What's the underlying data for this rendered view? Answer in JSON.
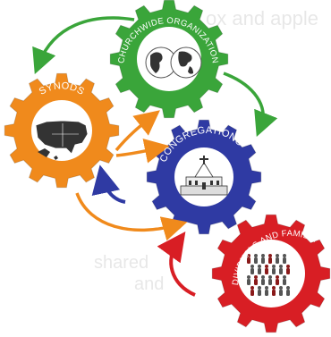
{
  "watermark": {
    "top": "ox and apple",
    "mid": "shared",
    "mid2": "and"
  },
  "gears": [
    {
      "id": "churchwide",
      "label": "CHURCHWIDE ORGANIZATION",
      "color": "#3aa53a",
      "icon": "world-map-icon"
    },
    {
      "id": "synods",
      "label": "SYNODS",
      "color": "#f08a1c",
      "icon": "usa-map-icon"
    },
    {
      "id": "congregations",
      "label": "CONGREGATIONS",
      "color": "#2f3aa3",
      "icon": "church-building-icon"
    },
    {
      "id": "individuals",
      "label": "INDIVIDUALS AND FAMILIES",
      "color": "#d81e24",
      "icon": "people-crowd-icon"
    }
  ],
  "arrow_colors": {
    "green": "#3aa53a",
    "orange": "#f08a1c",
    "blue": "#2f3aa3",
    "red": "#d81e24"
  }
}
